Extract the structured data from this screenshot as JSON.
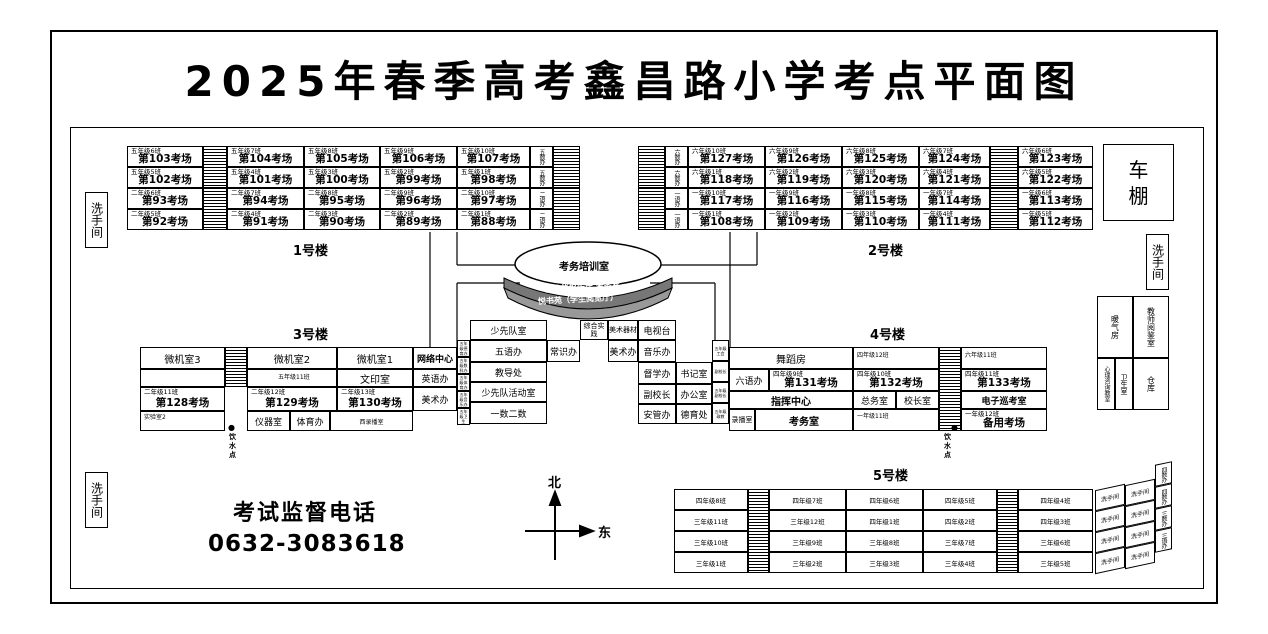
{
  "title": "2025年春季高考鑫昌路小学考点平面图",
  "buildings": {
    "b1": "1号楼",
    "b2": "2号楼",
    "b3": "3号楼",
    "b4": "4号楼",
    "b5": "5号楼"
  },
  "restrooms": {
    "label": "洗手间"
  },
  "carport": "车棚",
  "water_point": "饮水点",
  "supervision": {
    "label": "考试监督电话",
    "phone": "0632-3083618"
  },
  "compass": {
    "north": "北",
    "east": "东"
  },
  "center": {
    "training": "考务培训室",
    "band1": "多功能报告厅 考务室",
    "band2": "悦书苑（学生阅览厅）"
  },
  "b1_rooms": [
    {
      "c": "五年级6班",
      "e": "第103考场"
    },
    {
      "c": "五年级7班",
      "e": "第104考场"
    },
    {
      "c": "五年级8班",
      "e": "第105考场"
    },
    {
      "c": "五年级9班",
      "e": "第106考场"
    },
    {
      "c": "五年级10班",
      "e": "第107考场"
    },
    {
      "c": "五年级5班",
      "e": "第102考场"
    },
    {
      "c": "五年级4班",
      "e": "第101考场"
    },
    {
      "c": "五年级3班",
      "e": "第100考场"
    },
    {
      "c": "五年级2班",
      "e": "第99考场"
    },
    {
      "c": "五年级1班",
      "e": "第98考场"
    },
    {
      "c": "二年级6班",
      "e": "第93考场"
    },
    {
      "c": "二年级7班",
      "e": "第94考场"
    },
    {
      "c": "二年级8班",
      "e": "第95考场"
    },
    {
      "c": "二年级9班",
      "e": "第96考场"
    },
    {
      "c": "二年级10班",
      "e": "第97考场"
    },
    {
      "c": "二年级5班",
      "e": "第92考场"
    },
    {
      "c": "二年级4班",
      "e": "第91考场"
    },
    {
      "c": "二年级3班",
      "e": "第90考场"
    },
    {
      "c": "二年级2班",
      "e": "第89考场"
    },
    {
      "c": "二年级1班",
      "e": "第88考场"
    }
  ],
  "b1_side": [
    "五数办",
    "五数办",
    "二语办",
    "二语办"
  ],
  "b2_side": [
    "六数办",
    "六数办",
    "一语办",
    "一语办"
  ],
  "b2_rooms": [
    {
      "c": "六年级10班",
      "e": "第127考场"
    },
    {
      "c": "六年级9班",
      "e": "第126考场"
    },
    {
      "c": "六年级8班",
      "e": "第125考场"
    },
    {
      "c": "六年级7班",
      "e": "第124考场"
    },
    {
      "c": "六年级6班",
      "e": "第123考场"
    },
    {
      "c": "六年级1班",
      "e": "第118考场"
    },
    {
      "c": "六年级2班",
      "e": "第119考场"
    },
    {
      "c": "六年级3班",
      "e": "第120考场"
    },
    {
      "c": "六年级4班",
      "e": "第121考场"
    },
    {
      "c": "六年级5班",
      "e": "第122考场"
    },
    {
      "c": "一年级10班",
      "e": "第117考场"
    },
    {
      "c": "一年级9班",
      "e": "第116考场"
    },
    {
      "c": "一年级8班",
      "e": "第115考场"
    },
    {
      "c": "一年级7班",
      "e": "第114考场"
    },
    {
      "c": "一年级6班",
      "e": "第113考场"
    },
    {
      "c": "一年级1班",
      "e": "第108考场"
    },
    {
      "c": "一年级2班",
      "e": "第109考场"
    },
    {
      "c": "一年级3班",
      "e": "第110考场"
    },
    {
      "c": "一年级4班",
      "e": "第111考场"
    },
    {
      "c": "一年级5班",
      "e": "第112考场"
    }
  ],
  "b3": {
    "r1": "微机室3",
    "r2": "微机室2",
    "r3": "微机室1",
    "r4": "网络中心",
    "c11": "五年级11班",
    "print": "文印室",
    "english": "英语办",
    "c_128": "二年级11班",
    "e_128": "第128考场",
    "lab2": "实验室2",
    "c_129": "二年级12班",
    "e_129": "第129考场",
    "c_130": "二年级13班",
    "e_130": "第130考场",
    "art": "美术办",
    "instrument": "仪器室",
    "pe": "体育办",
    "broadcast": "西录播室"
  },
  "mid": {
    "pioneer": "少先队室",
    "comp": "综合实践",
    "artsup": "美术器材",
    "tv": "电视台",
    "yuwen5": "五语办",
    "common": "常识办",
    "artoff": "美术办",
    "music": "音乐办",
    "teach": "教导处",
    "activity": "少先队活动室",
    "grade12": "一数二数",
    "supervise": "督学办",
    "secretary": "书记室",
    "vice": "副校长",
    "office": "办公室",
    "safety": "安管办",
    "moral": "德育处"
  },
  "mid_small": [
    "五年级德育办",
    "五年级数科办",
    "五年级体育办",
    "五年级音乐办",
    "五年级卫生"
  ],
  "mid_small_r": [
    "五年级工会",
    "副校长",
    "五年级副校长",
    "五年级政教"
  ],
  "b4": {
    "dance": "舞蹈房",
    "c12_4": "四年级12班",
    "c11_6": "六年级11班",
    "lang6": "六语办",
    "c9_4": "四年级9班",
    "e_131": "第131考场",
    "c10_4": "四年级10班",
    "e_132": "第132考场",
    "c11_4": "四年级11班",
    "e_133": "第133考场",
    "command": "指挥中心",
    "general": "总务室",
    "principal": "校长室",
    "patrol": "电子巡考室",
    "rec": "录播室",
    "exam": "考务室",
    "c11_1": "一年级11班",
    "c12_1": "一年级12班",
    "backup": "备用考场"
  },
  "east": {
    "heat": "暖气房",
    "teacher": "教师阅鉴室",
    "psych": "心理咨询教室",
    "health": "卫生室",
    "storage": "仓库"
  },
  "b5": [
    [
      "四年级8班",
      "四年级7班",
      "四年级6班",
      "四年级5班",
      "四年级4班"
    ],
    [
      "三年级11班",
      "三年级12班",
      "四年级1班",
      "四年级2班",
      "四年级3班"
    ],
    [
      "三年级10班",
      "三年级9班",
      "三年级8班",
      "三年级7班",
      "三年级6班"
    ],
    [
      "三年级1班",
      "三年级2班",
      "三年级3班",
      "三年级4班",
      "三年级5班"
    ]
  ],
  "b5_wc": "洗手间",
  "b5_side": [
    "四数办",
    "四数办",
    "三数办",
    "三语办"
  ]
}
